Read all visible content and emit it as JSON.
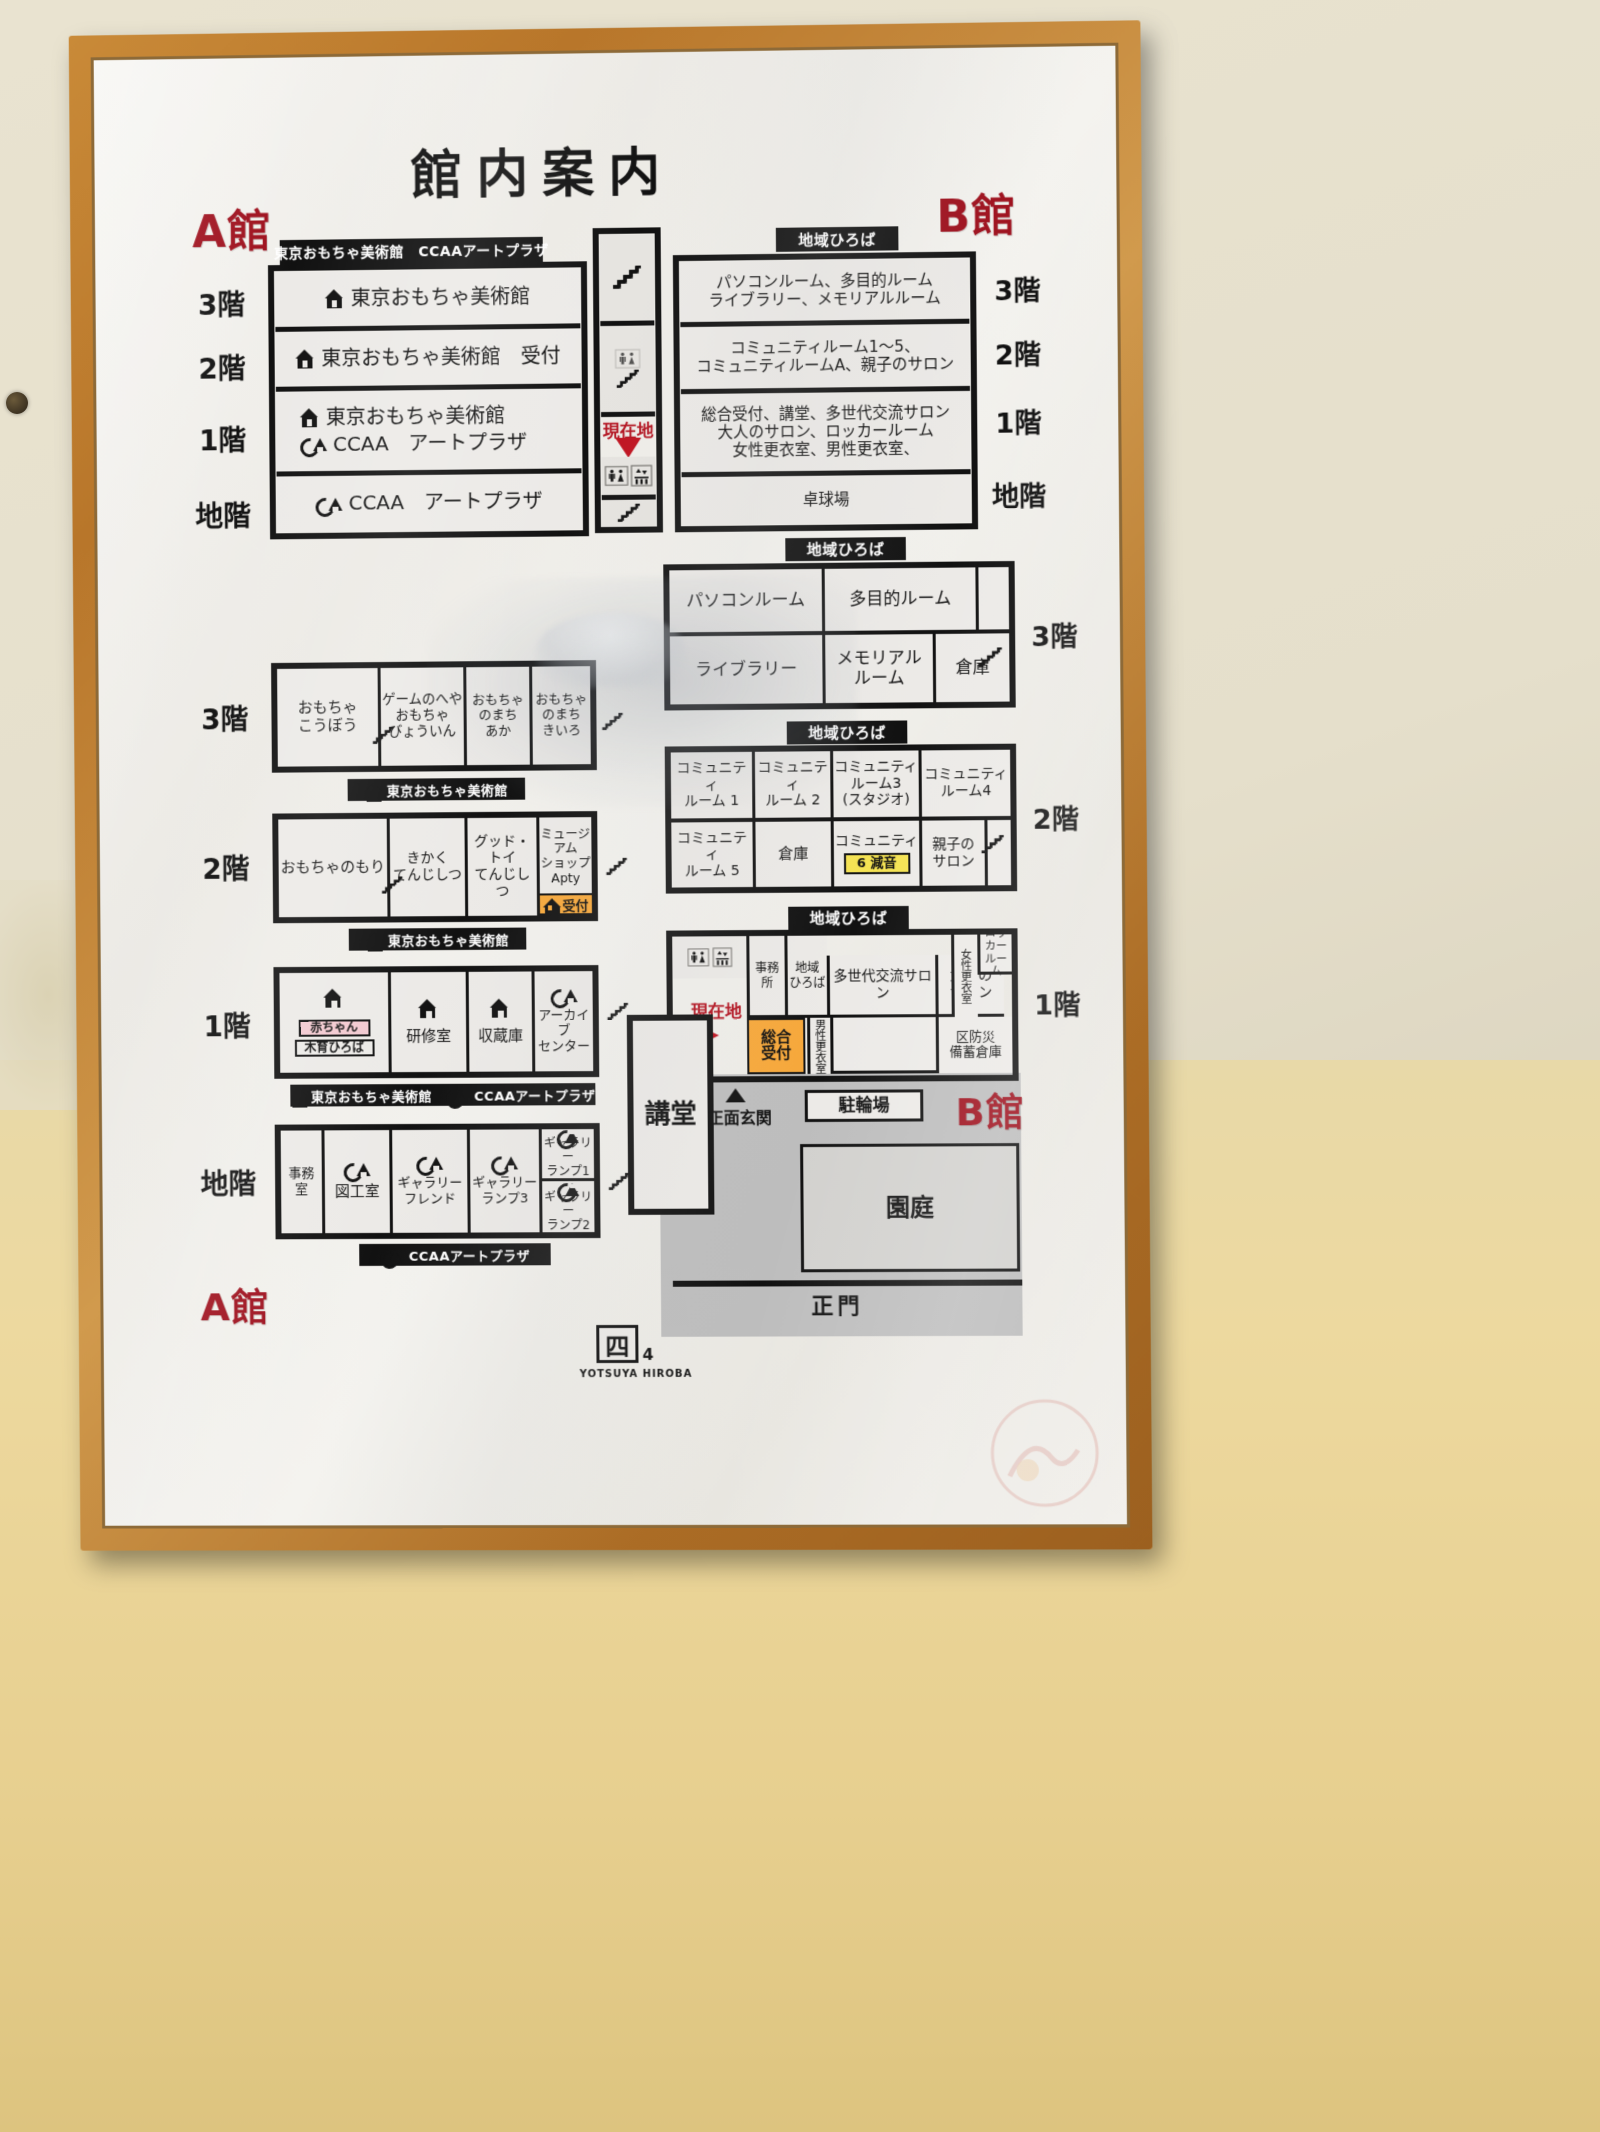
{
  "poster": {
    "title": "館内案内",
    "building_a_label": "A館",
    "building_b_label": "B館",
    "you_are_here": "現在地",
    "footer_logo_main": "四",
    "footer_logo_sub": "4",
    "footer_logo_roman": "YOTSUYA HIROBA"
  },
  "a_building_top": {
    "banner": "東京おもちゃ美術館　CCAAアートプラザ",
    "floors": [
      {
        "floor": "3階",
        "lines": [
          {
            "icon": "house-icon",
            "text": "東京おもちゃ美術館"
          }
        ]
      },
      {
        "floor": "2階",
        "lines": [
          {
            "icon": "house-icon",
            "text": "東京おもちゃ美術館　受付"
          }
        ]
      },
      {
        "floor": "1階",
        "lines": [
          {
            "icon": "house-icon",
            "text": "東京おもちゃ美術館"
          },
          {
            "icon": "ccaa-icon",
            "text": "CCAA　アートプラザ"
          }
        ]
      },
      {
        "floor": "地階",
        "lines": [
          {
            "icon": "ccaa-icon",
            "text": "CCAA　アートプラザ"
          }
        ]
      }
    ]
  },
  "b_building_top": {
    "banner": "地域ひろば",
    "floors": [
      {
        "floor": "3階",
        "text": "パソコンルーム、多目的ルーム\nライブラリー、メモリアルルーム",
        "stair": true
      },
      {
        "floor": "2階",
        "text": "コミュニティルーム1〜5、\nコミュニティルームA、親子のサロン",
        "stair": true,
        "toilet": true
      },
      {
        "floor": "1階",
        "text": "総合受付、講堂、多世代交流サロン\n大人のサロン、ロッカールーム\n女性更衣室、男性更衣室、",
        "here": true,
        "toilet": true,
        "elevator": true
      },
      {
        "floor": "地階",
        "text": "卓球場",
        "stair": true
      }
    ]
  },
  "a_floorplans": [
    {
      "floor": "3階",
      "caption": {
        "icon": "house-icon",
        "text": "東京おもちゃ美術館"
      },
      "rooms": [
        "おもちゃ\nこうぼう",
        "ゲームのへや\nおもちゃ\nびょういん",
        "おもちゃのまち\nあか",
        "おもちゃのまち\nきいろ"
      ]
    },
    {
      "floor": "2階",
      "caption": {
        "icon": "house-icon",
        "text": "東京おもちゃ美術館"
      },
      "rooms": [
        "おもちゃのもり",
        "きかく\nてんじしつ",
        "グッド・トイ\nてんじしつ",
        "ミュージアム\nショップ\nApty"
      ],
      "tag": {
        "label": "受付",
        "icon": "house-icon"
      }
    },
    {
      "floor": "1階",
      "caption_multi": [
        {
          "icon": "house-icon",
          "text": "東京おもちゃ美術館"
        },
        {
          "icon": "ccaa-icon",
          "text": "CCAAアートプラザ"
        }
      ],
      "rooms": [
        {
          "icon": "house-icon",
          "text": "",
          "tags": [
            "赤ちゃん",
            "木育ひろば"
          ]
        },
        {
          "icon": "house-icon",
          "text": "研修室"
        },
        {
          "icon": "house-icon",
          "text": "収蔵庫"
        },
        {
          "icon": "ccaa-icon",
          "text": "アーカイブ\nセンター"
        }
      ]
    },
    {
      "floor": "地階",
      "caption": {
        "icon": "ccaa-icon",
        "text": "CCAAアートプラザ"
      },
      "rooms": [
        "事務\n室",
        "図工室",
        "ギャラリー\nフレンド",
        "ギャラリー\nランプ3",
        "ギャラリー\nランプ1",
        "ギャラリー\nランプ2"
      ],
      "room_icons": [
        "none",
        "ccaa-icon",
        "ccaa-icon",
        "ccaa-icon",
        "ccaa-icon",
        "ccaa-icon"
      ]
    }
  ],
  "b_floorplans": [
    {
      "floor": "3階",
      "banner": "地域ひろば",
      "row1": [
        "パソコンルーム",
        "多目的ルーム"
      ],
      "row2": [
        "ライブラリー",
        "メモリアル\nルーム",
        "倉庫"
      ],
      "stair": true
    },
    {
      "floor": "2階",
      "banner": "地域ひろば",
      "row1": [
        "コミュニティ\nルーム 1",
        "コミュニティ\nルーム 2",
        "コミュニティ\nルーム3\n(スタジオ)",
        "コミュニティ\nルーム4"
      ],
      "row2": [
        "コミュニティ\nルーム 5",
        "倉庫",
        "コミュニティ",
        "親子の\nサロン"
      ],
      "highlight": "6 減音",
      "stair": true
    },
    {
      "floor": "1階",
      "banner": "地域ひろば",
      "here": "現在地",
      "rooms": {
        "office": "事務\n所",
        "chiiki": "地域\nひろば",
        "multi_gen": "多世代交流サロン",
        "adult_salon": "大人の\nサロン",
        "female_locker": "女性更衣室",
        "locker_room": "ロッカー\nルーム",
        "reception": "総合\n受付",
        "male_locker": "男性更衣室",
        "disaster_store": "区防災\n備蓄倉庫"
      },
      "auditorium": "講堂",
      "front_entrance": "正面玄関",
      "bicycle_parking": "駐輪場",
      "garden": "園庭",
      "main_gate": "正門"
    }
  ]
}
